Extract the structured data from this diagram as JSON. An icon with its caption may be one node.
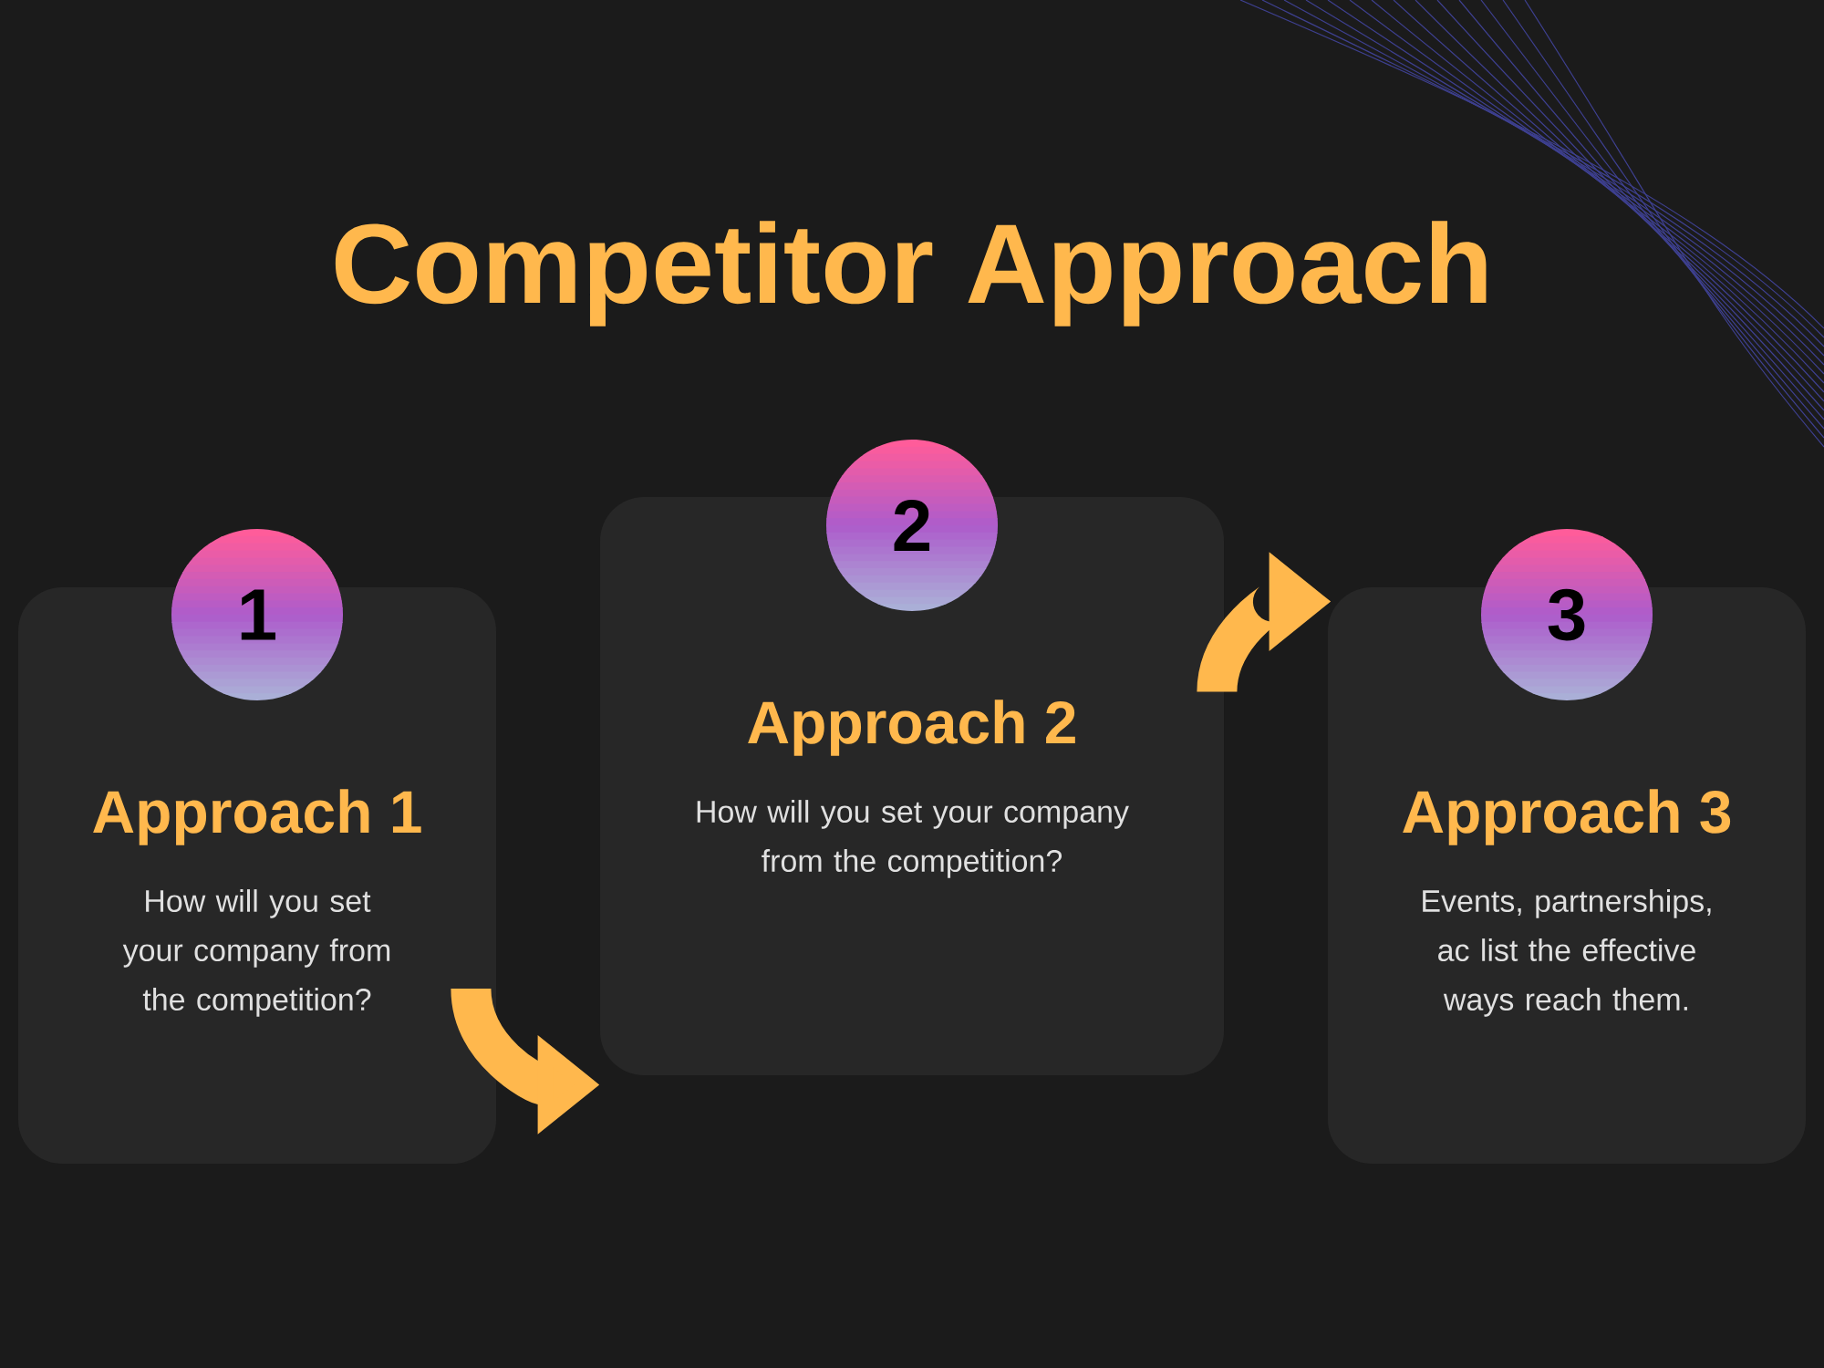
{
  "diagram": {
    "title": "Competitor Approach",
    "nodes": [
      {
        "text": [
          "1",
          "Approach 1",
          "How will you set your company from the competition?"
        ]
      },
      {
        "text": [
          "2",
          "Approach 2",
          "How will you set your company from the competition?"
        ]
      },
      {
        "text": [
          "3",
          "Approach 3",
          "Events, partnerships, ac list the effective ways reach them."
        ]
      }
    ],
    "edges": [
      {
        "from": 0,
        "to": 1,
        "arrow": "to"
      },
      {
        "from": 1,
        "to": 2,
        "arrow": "to"
      }
    ]
  }
}
